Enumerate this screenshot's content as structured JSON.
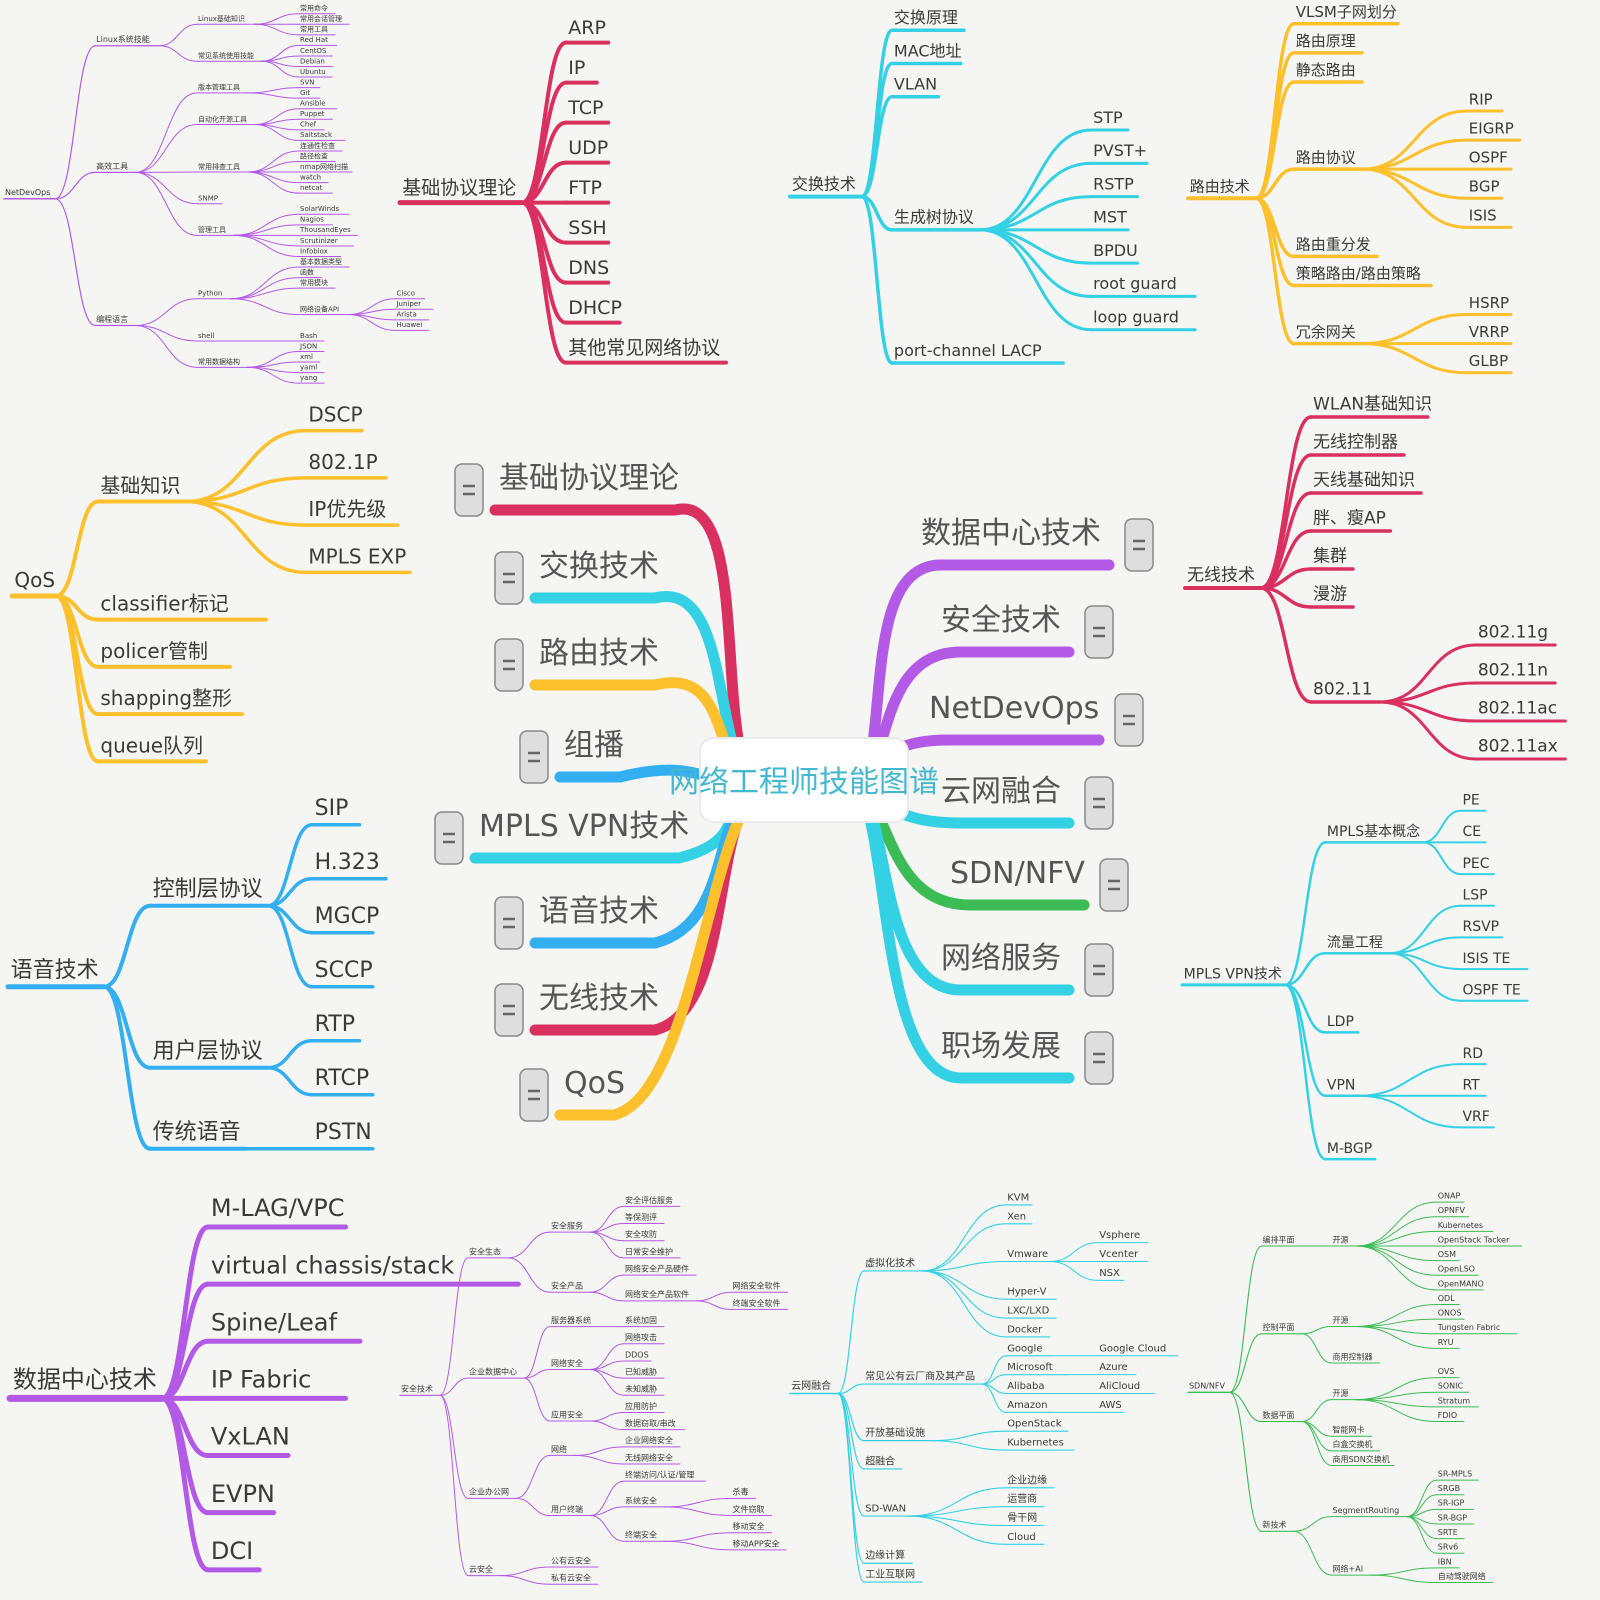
{
  "center": {
    "title": "网络工程师技能图谱"
  },
  "colors": {
    "crimson": "#d9305f",
    "cyan": "#33d1e3",
    "yellow": "#fcc02c",
    "blue": "#33aef0",
    "purple": "#b25ae6",
    "green": "#3cbc54",
    "text": "#3a3a3a"
  },
  "center_branches": {
    "left": [
      {
        "label": "基础协议理论",
        "color": "crimson"
      },
      {
        "label": "交换技术",
        "color": "cyan"
      },
      {
        "label": "路由技术",
        "color": "yellow"
      },
      {
        "label": "组播",
        "color": "blue"
      },
      {
        "label": "MPLS VPN技术",
        "color": "cyan"
      },
      {
        "label": "语音技术",
        "color": "blue"
      },
      {
        "label": "无线技术",
        "color": "crimson"
      },
      {
        "label": "QoS",
        "color": "yellow"
      }
    ],
    "right": [
      {
        "label": "数据中心技术",
        "color": "purple"
      },
      {
        "label": "安全技术",
        "color": "purple"
      },
      {
        "label": "NetDevOps",
        "color": "purple"
      },
      {
        "label": "云网融合",
        "color": "cyan"
      },
      {
        "label": "SDN/NFV",
        "color": "green"
      },
      {
        "label": "网络服务",
        "color": "cyan"
      },
      {
        "label": "职场发展",
        "color": "cyan"
      }
    ]
  },
  "trees": [
    {
      "id": "netdevops",
      "color": "purple",
      "label": "NetDevOps",
      "children": [
        {
          "label": "Linux系统技能",
          "children": [
            {
              "label": "Linux基础知识",
              "children": [
                {
                  "label": "常用命令"
                },
                {
                  "label": "常用会话管理"
                },
                {
                  "label": "常用工具"
                }
              ]
            },
            {
              "label": "常见系统使用技能",
              "children": [
                {
                  "label": "Red Hat"
                },
                {
                  "label": "CentOS"
                },
                {
                  "label": "Debian"
                },
                {
                  "label": "Ubuntu"
                }
              ]
            }
          ]
        },
        {
          "label": "高效工具",
          "children": [
            {
              "label": "版本管理工具",
              "children": [
                {
                  "label": "SVN"
                },
                {
                  "label": "Git"
                }
              ]
            },
            {
              "label": "自动化开源工具",
              "children": [
                {
                  "label": "Ansible"
                },
                {
                  "label": "Puppet"
                },
                {
                  "label": "Chef"
                },
                {
                  "label": "Saltstack"
                }
              ]
            },
            {
              "label": "常用排查工具",
              "children": [
                {
                  "label": "连通性检查"
                },
                {
                  "label": "路径检查"
                },
                {
                  "label": "nmap网络扫描"
                },
                {
                  "label": "watch"
                },
                {
                  "label": "netcat"
                }
              ]
            },
            {
              "label": "SNMP"
            },
            {
              "label": "管理工具",
              "children": [
                {
                  "label": "SolarWinds"
                },
                {
                  "label": "Nagios"
                },
                {
                  "label": "ThousandEyes"
                },
                {
                  "label": "Scrutinizer"
                },
                {
                  "label": "Infoblox"
                }
              ]
            }
          ]
        },
        {
          "label": "编程语言",
          "children": [
            {
              "label": "Python",
              "children": [
                {
                  "label": "基本数据类型"
                },
                {
                  "label": "函数"
                },
                {
                  "label": "常用模块"
                },
                {
                  "label": "网络设备API",
                  "children": [
                    {
                      "label": "Cisco"
                    },
                    {
                      "label": "Juniper"
                    },
                    {
                      "label": "Arista"
                    },
                    {
                      "label": "Huawei"
                    }
                  ]
                }
              ]
            },
            {
              "label": "shell",
              "children": [
                {
                  "label": "Bash"
                }
              ]
            },
            {
              "label": "常用数据结构",
              "children": [
                {
                  "label": "JSON"
                },
                {
                  "label": "xml"
                },
                {
                  "label": "yaml"
                },
                {
                  "label": "yang"
                }
              ]
            }
          ]
        }
      ]
    },
    {
      "id": "basic",
      "color": "crimson",
      "label": "基础协议理论",
      "children": [
        {
          "label": "ARP"
        },
        {
          "label": "IP"
        },
        {
          "label": "TCP"
        },
        {
          "label": "UDP"
        },
        {
          "label": "FTP"
        },
        {
          "label": "SSH"
        },
        {
          "label": "DNS"
        },
        {
          "label": "DHCP"
        },
        {
          "label": "其他常见网络协议"
        }
      ]
    },
    {
      "id": "switching",
      "color": "cyan",
      "label": "交换技术",
      "children": [
        {
          "label": "交换原理"
        },
        {
          "label": "MAC地址"
        },
        {
          "label": "VLAN"
        },
        {
          "label": "生成树协议",
          "children": [
            {
              "label": "STP"
            },
            {
              "label": "PVST+"
            },
            {
              "label": "RSTP"
            },
            {
              "label": "MST"
            },
            {
              "label": "BPDU"
            },
            {
              "label": "root guard"
            },
            {
              "label": "loop guard"
            }
          ]
        },
        {
          "label": "port-channel LACP"
        }
      ]
    },
    {
      "id": "routing",
      "color": "yellow",
      "label": "路由技术",
      "children": [
        {
          "label": "VLSM子网划分"
        },
        {
          "label": "路由原理"
        },
        {
          "label": "静态路由"
        },
        {
          "label": "路由协议",
          "children": [
            {
              "label": "RIP"
            },
            {
              "label": "EIGRP"
            },
            {
              "label": "OSPF"
            },
            {
              "label": "BGP"
            },
            {
              "label": "ISIS"
            }
          ]
        },
        {
          "label": "路由重分发"
        },
        {
          "label": "策略路由/路由策略"
        },
        {
          "label": "冗余网关",
          "children": [
            {
              "label": "HSRP"
            },
            {
              "label": "VRRP"
            },
            {
              "label": "GLBP"
            }
          ]
        }
      ]
    },
    {
      "id": "qos",
      "color": "yellow",
      "label": "QoS",
      "children": [
        {
          "label": "基础知识",
          "children": [
            {
              "label": "DSCP"
            },
            {
              "label": "802.1P"
            },
            {
              "label": "IP优先级"
            },
            {
              "label": "MPLS EXP"
            }
          ]
        },
        {
          "label": "classifier标记"
        },
        {
          "label": "policer管制"
        },
        {
          "label": "shapping整形"
        },
        {
          "label": "queue队列"
        }
      ]
    },
    {
      "id": "wireless",
      "color": "crimson",
      "label": "无线技术",
      "children": [
        {
          "label": "WLAN基础知识"
        },
        {
          "label": "无线控制器"
        },
        {
          "label": "天线基础知识"
        },
        {
          "label": "胖、瘦AP"
        },
        {
          "label": "集群"
        },
        {
          "label": "漫游"
        },
        {
          "label": "802.11",
          "children": [
            {
              "label": "802.11g"
            },
            {
              "label": "802.11n"
            },
            {
              "label": "802.11ac"
            },
            {
              "label": "802.11ax"
            }
          ]
        }
      ]
    },
    {
      "id": "voice",
      "color": "blue",
      "label": "语音技术",
      "children": [
        {
          "label": "控制层协议",
          "children": [
            {
              "label": "SIP"
            },
            {
              "label": "H.323"
            },
            {
              "label": "MGCP"
            },
            {
              "label": "SCCP"
            }
          ]
        },
        {
          "label": "用户层协议",
          "children": [
            {
              "label": "RTP"
            },
            {
              "label": "RTCP"
            }
          ]
        },
        {
          "label": "传统语音",
          "children": [
            {
              "label": "PSTN"
            }
          ]
        }
      ]
    },
    {
      "id": "mpls",
      "color": "cyan",
      "label": "MPLS VPN技术",
      "children": [
        {
          "label": "MPLS基本概念",
          "children": [
            {
              "label": "PE"
            },
            {
              "label": "CE"
            },
            {
              "label": "PEC"
            }
          ]
        },
        {
          "label": "流量工程",
          "children": [
            {
              "label": "LSP"
            },
            {
              "label": "RSVP"
            },
            {
              "label": "ISIS TE"
            },
            {
              "label": "OSPF TE"
            }
          ]
        },
        {
          "label": "LDP"
        },
        {
          "label": "VPN",
          "children": [
            {
              "label": "RD"
            },
            {
              "label": "RT"
            },
            {
              "label": "VRF"
            }
          ]
        },
        {
          "label": "M-BGP"
        }
      ]
    },
    {
      "id": "dc",
      "color": "purple",
      "label": "数据中心技术",
      "children": [
        {
          "label": "M-LAG/VPC"
        },
        {
          "label": "virtual chassis/stack"
        },
        {
          "label": "Spine/Leaf"
        },
        {
          "label": "IP Fabric"
        },
        {
          "label": "VxLAN"
        },
        {
          "label": "EVPN"
        },
        {
          "label": "DCI"
        }
      ]
    },
    {
      "id": "security",
      "color": "purple",
      "label": "安全技术",
      "children": [
        {
          "label": "安全生态",
          "children": [
            {
              "label": "安全服务",
              "children": [
                {
                  "label": "安全评估服务"
                },
                {
                  "label": "等保测评"
                },
                {
                  "label": "安全攻防"
                },
                {
                  "label": "日常安全维护"
                }
              ]
            },
            {
              "label": "安全产品",
              "children": [
                {
                  "label": "网络安全产品硬件"
                },
                {
                  "label": "网络安全产品软件",
                  "children": [
                    {
                      "label": "网络安全软件"
                    },
                    {
                      "label": "终端安全软件"
                    }
                  ]
                }
              ]
            }
          ]
        },
        {
          "label": "企业数据中心",
          "children": [
            {
              "label": "服务器系统",
              "children": [
                {
                  "label": "系统加固"
                }
              ]
            },
            {
              "label": "网络安全",
              "children": [
                {
                  "label": "网络攻击"
                },
                {
                  "label": "DDOS"
                },
                {
                  "label": "已知威胁"
                },
                {
                  "label": "未知威胁"
                }
              ]
            },
            {
              "label": "应用安全",
              "children": [
                {
                  "label": "应用防护"
                },
                {
                  "label": "数据窃取/串改"
                }
              ]
            }
          ]
        },
        {
          "label": "企业办公网",
          "children": [
            {
              "label": "网络",
              "children": [
                {
                  "label": "企业网络安全"
                },
                {
                  "label": "无线网络安全"
                }
              ]
            },
            {
              "label": "用户终端",
              "children": [
                {
                  "label": "终端访问/认证/管理"
                },
                {
                  "label": "系统安全",
                  "children": [
                    {
                      "label": "杀毒"
                    },
                    {
                      "label": "文件窃取"
                    }
                  ]
                },
                {
                  "label": "终端安全",
                  "children": [
                    {
                      "label": "移动安全"
                    },
                    {
                      "label": "移动APP安全"
                    }
                  ]
                }
              ]
            }
          ]
        },
        {
          "label": "云安全",
          "children": [
            {
              "label": "公有云安全"
            },
            {
              "label": "私有云安全"
            }
          ]
        }
      ]
    },
    {
      "id": "cloud",
      "color": "cyan",
      "label": "云网融合",
      "children": [
        {
          "label": "虚拟化技术",
          "children": [
            {
              "label": "KVM"
            },
            {
              "label": "Xen"
            },
            {
              "label": "Vmware",
              "children": [
                {
                  "label": "Vsphere"
                },
                {
                  "label": "Vcenter"
                },
                {
                  "label": "NSX"
                }
              ]
            },
            {
              "label": "Hyper-V"
            },
            {
              "label": "LXC/LXD"
            },
            {
              "label": "Docker"
            }
          ]
        },
        {
          "label": "常见公有云厂商及其产品",
          "children": [
            {
              "label": "Google",
              "children": [
                {
                  "label": "Google Cloud"
                }
              ]
            },
            {
              "label": "Microsoft",
              "children": [
                {
                  "label": "Azure"
                }
              ]
            },
            {
              "label": "Alibaba",
              "children": [
                {
                  "label": "AliCloud"
                }
              ]
            },
            {
              "label": "Amazon",
              "children": [
                {
                  "label": "AWS"
                }
              ]
            }
          ]
        },
        {
          "label": "开放基础设施",
          "children": [
            {
              "label": "OpenStack"
            },
            {
              "label": "Kubernetes"
            }
          ]
        },
        {
          "label": "超融合"
        },
        {
          "label": "SD-WAN",
          "children": [
            {
              "label": "企业边缘"
            },
            {
              "label": "运营商"
            },
            {
              "label": "骨干网"
            },
            {
              "label": "Cloud"
            }
          ]
        },
        {
          "label": "边缘计算"
        },
        {
          "label": "工业互联网"
        }
      ]
    },
    {
      "id": "sdn",
      "color": "green",
      "label": "SDN/NFV",
      "children": [
        {
          "label": "编排平面",
          "children": [
            {
              "label": "开源",
              "children": [
                {
                  "label": "ONAP"
                },
                {
                  "label": "OPNFV"
                },
                {
                  "label": "Kubernetes"
                },
                {
                  "label": "OpenStack Tacker"
                },
                {
                  "label": "OSM"
                },
                {
                  "label": "OpenLSO"
                },
                {
                  "label": "OpenMANO"
                }
              ]
            }
          ]
        },
        {
          "label": "控制平面",
          "children": [
            {
              "label": "开源",
              "children": [
                {
                  "label": "ODL"
                },
                {
                  "label": "ONOS"
                },
                {
                  "label": "Tungsten Fabric"
                },
                {
                  "label": "RYU"
                }
              ]
            },
            {
              "label": "商用控制器"
            }
          ]
        },
        {
          "label": "数据平面",
          "children": [
            {
              "label": "开源",
              "children": [
                {
                  "label": "OVS"
                },
                {
                  "label": "SONIC"
                },
                {
                  "label": "Stratum"
                },
                {
                  "label": "FDIO"
                }
              ]
            },
            {
              "label": "智能网卡"
            },
            {
              "label": "白盒交换机"
            },
            {
              "label": "商用SDN交换机"
            }
          ]
        },
        {
          "label": "新技术",
          "children": [
            {
              "label": "SegmentRouting",
              "children": [
                {
                  "label": "SR-MPLS"
                },
                {
                  "label": "SRGB"
                },
                {
                  "label": "SR-IGP"
                },
                {
                  "label": "SR-BGP"
                },
                {
                  "label": "SRTE"
                },
                {
                  "label": "SRv6"
                }
              ]
            },
            {
              "label": "网络+AI",
              "children": [
                {
                  "label": "IBN"
                },
                {
                  "label": "自动驾驶网络"
                }
              ]
            }
          ]
        }
      ]
    }
  ]
}
